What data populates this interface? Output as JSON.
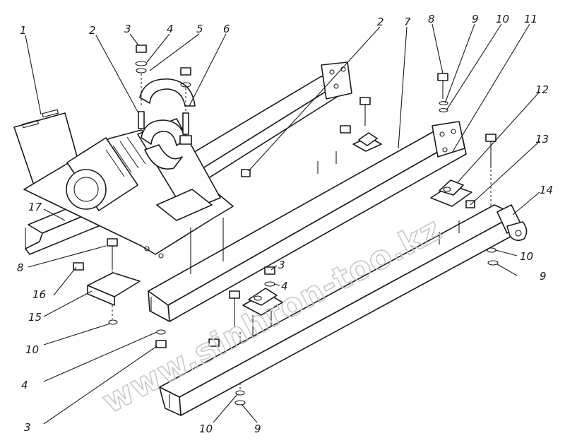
{
  "watermark": "www.sinhron-too.kz",
  "callouts": [
    {
      "id": "c1",
      "text": "1"
    },
    {
      "id": "c2a",
      "text": "2"
    },
    {
      "id": "c3a",
      "text": "3"
    },
    {
      "id": "c4a",
      "text": "4"
    },
    {
      "id": "c5",
      "text": "5"
    },
    {
      "id": "c6",
      "text": "6"
    },
    {
      "id": "c2b",
      "text": "2"
    },
    {
      "id": "c7",
      "text": "7"
    },
    {
      "id": "c8a",
      "text": "8"
    },
    {
      "id": "c9a",
      "text": "9"
    },
    {
      "id": "c10a",
      "text": "10"
    },
    {
      "id": "c11",
      "text": "11"
    },
    {
      "id": "c12",
      "text": "12"
    },
    {
      "id": "c13",
      "text": "13"
    },
    {
      "id": "c14",
      "text": "14"
    },
    {
      "id": "c17",
      "text": "17"
    },
    {
      "id": "c8b",
      "text": "8"
    },
    {
      "id": "c16",
      "text": "16"
    },
    {
      "id": "c15",
      "text": "15"
    },
    {
      "id": "c3b",
      "text": "3"
    },
    {
      "id": "c4b",
      "text": "4"
    },
    {
      "id": "c10b",
      "text": "10"
    },
    {
      "id": "c9b",
      "text": "9"
    },
    {
      "id": "c10c",
      "text": "10"
    },
    {
      "id": "c4c",
      "text": "4"
    },
    {
      "id": "c3c",
      "text": "3"
    },
    {
      "id": "c10d",
      "text": "10"
    },
    {
      "id": "c9c",
      "text": "9"
    }
  ]
}
